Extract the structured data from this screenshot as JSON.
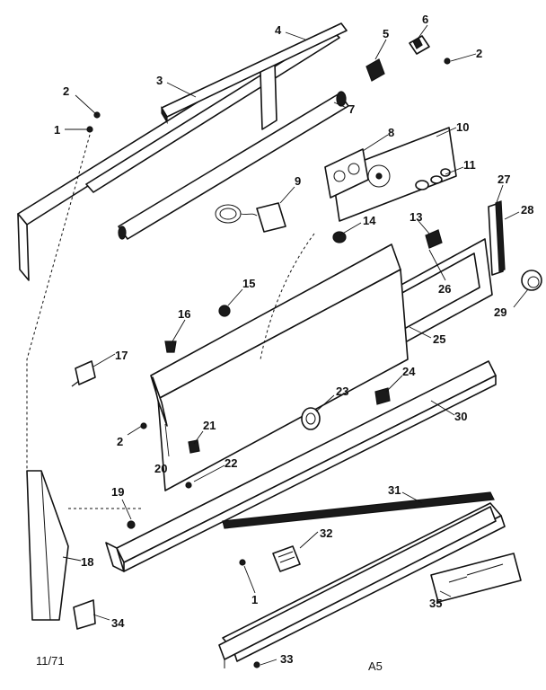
{
  "diagram": {
    "callouts": {
      "c1a": "1",
      "c1b": "1",
      "c2a": "2",
      "c2b": "2",
      "c2c": "2",
      "c3": "3",
      "c4": "4",
      "c5": "5",
      "c6": "6",
      "c7": "7",
      "c8": "8",
      "c9": "9",
      "c10": "10",
      "c11": "11",
      "c13": "13",
      "c14": "14",
      "c15": "15",
      "c16": "16",
      "c17": "17",
      "c18": "18",
      "c19": "19",
      "c20": "20",
      "c21": "21",
      "c22": "22",
      "c23": "23",
      "c24": "24",
      "c25": "25",
      "c26": "26",
      "c27": "27",
      "c28": "28",
      "c29": "29",
      "c30": "30",
      "c31": "31",
      "c32": "32",
      "c33": "33",
      "c34": "34",
      "c35": "35"
    },
    "footer": {
      "date_code": "11/71",
      "sheet_code": "A5"
    }
  }
}
